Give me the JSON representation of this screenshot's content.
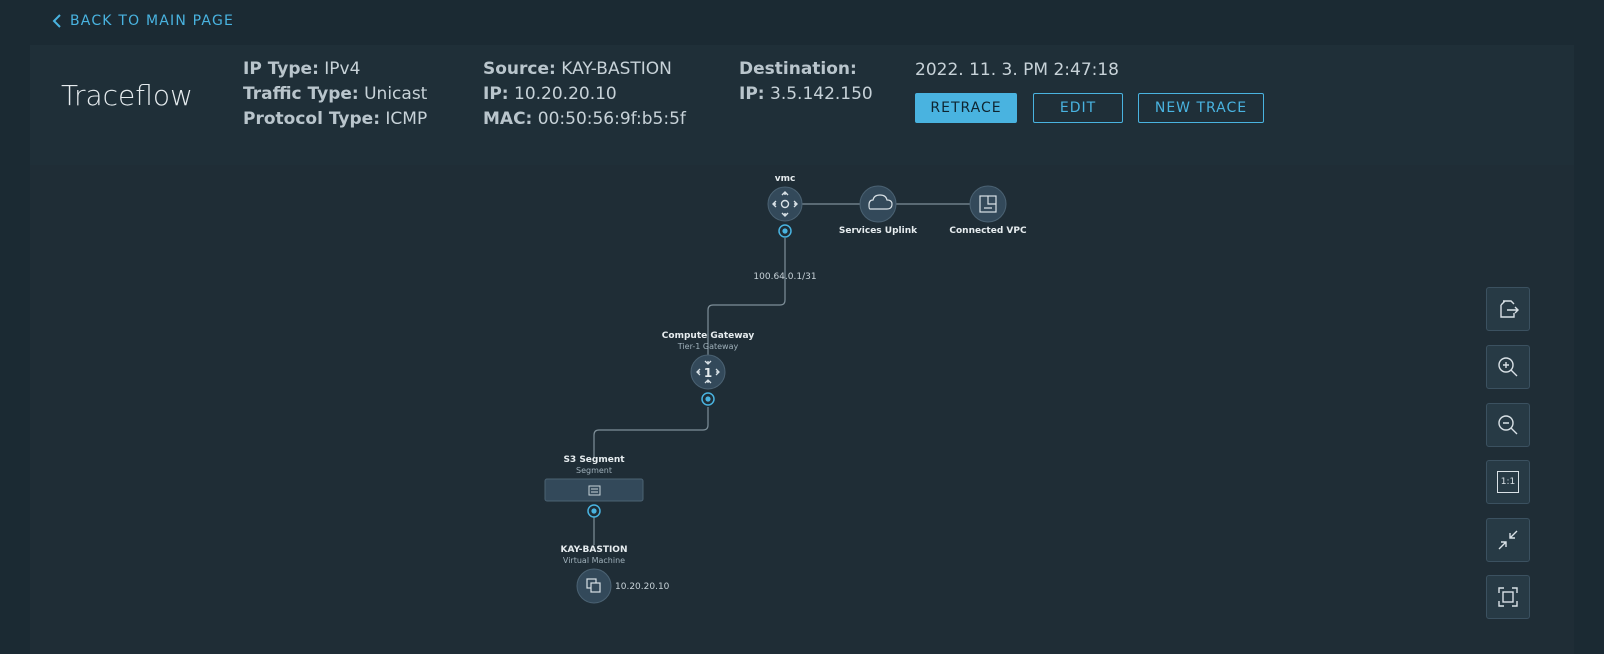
{
  "nav": {
    "back_label": "BACK TO MAIN PAGE"
  },
  "header": {
    "title": "Traceflow",
    "ip_type_label": "IP Type:",
    "ip_type_value": "IPv4",
    "traffic_type_label": "Traffic Type:",
    "traffic_type_value": "Unicast",
    "protocol_type_label": "Protocol Type:",
    "protocol_type_value": "ICMP",
    "source_label": "Source:",
    "source_value": "KAY-BASTION",
    "source_ip_label": "IP:",
    "source_ip_value": "10.20.20.10",
    "source_mac_label": "MAC:",
    "source_mac_value": "00:50:56:9f:b5:5f",
    "destination_label": "Destination:",
    "destination_ip_label": "IP:",
    "destination_ip_value": "3.5.142.150",
    "timestamp": "2022. 11. 3. PM 2:47:18",
    "retrace_label": "RETRACE",
    "edit_label": "EDIT",
    "new_trace_label": "NEW TRACE"
  },
  "topology": {
    "vmc": {
      "label": "vmc",
      "icon": "router-icon"
    },
    "services_uplink": {
      "label": "Services Uplink",
      "icon": "cloud-icon"
    },
    "connected_vpc": {
      "label": "Connected VPC",
      "icon": "vpc-icon"
    },
    "link_ip": "100.64.0.1/31",
    "compute_gateway": {
      "label": "Compute Gateway",
      "sub": "Tier-1 Gateway",
      "badge": "1"
    },
    "segment": {
      "label": "S3 Segment",
      "sub": "Segment"
    },
    "vm": {
      "label": "KAY-BASTION",
      "sub": "Virtual Machine",
      "ip": "10.20.20.10"
    }
  },
  "tools": {
    "export_icon": "export-icon",
    "zoom_in_icon": "zoom-in-icon",
    "zoom_out_icon": "zoom-out-icon",
    "actual_size_label": "1:1",
    "collapse_icon": "collapse-icon",
    "fit_icon": "fit-to-screen-icon"
  },
  "colors": {
    "accent": "#49b3e0",
    "background": "#1b2a33",
    "panel": "#1f2f38"
  }
}
